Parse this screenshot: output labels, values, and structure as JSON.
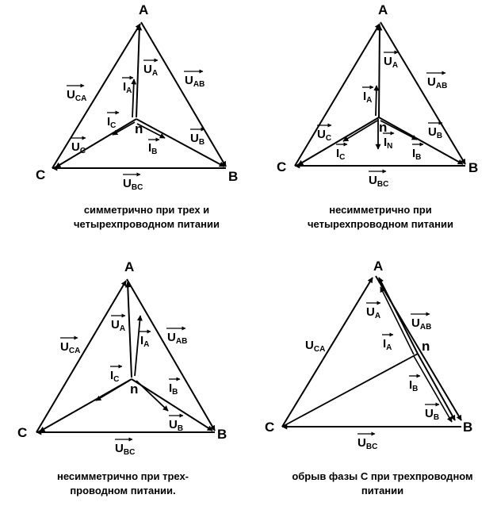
{
  "panels": [
    {
      "id": "p1",
      "vertices": {
        "A": "A",
        "B": "B",
        "C": "C",
        "n": "n"
      },
      "labels": {
        "UA": {
          "base": "U",
          "sub": "A"
        },
        "UB": {
          "base": "U",
          "sub": "B"
        },
        "UC": {
          "base": "U",
          "sub": "C"
        },
        "UAB": {
          "base": "U",
          "sub": "AB"
        },
        "UBC": {
          "base": "U",
          "sub": "BC"
        },
        "UCA": {
          "base": "U",
          "sub": "CA"
        },
        "IA": {
          "base": "I",
          "sub": "A"
        },
        "IB": {
          "base": "I",
          "sub": "B"
        },
        "IC": {
          "base": "I",
          "sub": "C"
        }
      },
      "caption": [
        "симметрично при трех и",
        "четырехпроводном питании"
      ]
    },
    {
      "id": "p2",
      "vertices": {
        "A": "A",
        "B": "B",
        "C": "C",
        "n": "n"
      },
      "labels": {
        "UA": {
          "base": "U",
          "sub": "A"
        },
        "UB": {
          "base": "U",
          "sub": "B"
        },
        "UC": {
          "base": "U",
          "sub": "C"
        },
        "UAB": {
          "base": "U",
          "sub": "AB"
        },
        "UBC": {
          "base": "U",
          "sub": "BC"
        },
        "IA": {
          "base": "I",
          "sub": "A"
        },
        "IB": {
          "base": "I",
          "sub": "B"
        },
        "IC": {
          "base": "I",
          "sub": "C"
        },
        "IN": {
          "base": "I",
          "sub": "N"
        }
      },
      "caption": [
        "несимметрично при",
        "четырехпроводном питании"
      ]
    },
    {
      "id": "p3",
      "vertices": {
        "A": "A",
        "B": "B",
        "C": "C",
        "n": "n"
      },
      "labels": {
        "UA": {
          "base": "U",
          "sub": "A"
        },
        "UB": {
          "base": "U",
          "sub": "B"
        },
        "UAB": {
          "base": "U",
          "sub": "AB"
        },
        "UBC": {
          "base": "U",
          "sub": "BC"
        },
        "UCA": {
          "base": "U",
          "sub": "CA"
        },
        "IA": {
          "base": "I",
          "sub": "A"
        },
        "IB": {
          "base": "I",
          "sub": "B"
        },
        "IC": {
          "base": "I",
          "sub": "C"
        }
      },
      "caption": [
        "несимметрично при трех-",
        "проводном питании."
      ]
    },
    {
      "id": "p4",
      "vertices": {
        "A": "A",
        "B": "B",
        "C": "C",
        "n": "n"
      },
      "labels": {
        "UA": {
          "base": "U",
          "sub": "A"
        },
        "UB": {
          "base": "U",
          "sub": "B"
        },
        "UAB": {
          "base": "U",
          "sub": "AB"
        },
        "UBC": {
          "base": "U",
          "sub": "BC"
        },
        "UCA": {
          "base": "U",
          "sub": "CA"
        },
        "IA": {
          "base": "I",
          "sub": "A"
        },
        "IB": {
          "base": "I",
          "sub": "B"
        }
      },
      "caption": [
        "обрыв фазы С при трехпроводном",
        "питании"
      ]
    }
  ]
}
